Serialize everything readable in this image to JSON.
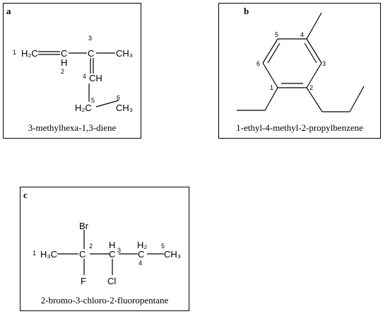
{
  "panels": {
    "a": {
      "letter": "a",
      "caption": "3-methylhexa-1,3-diene",
      "atoms": {
        "c1": "H₂C",
        "c2": "C",
        "c2h": "H",
        "c3": "C",
        "ch3": "CH₃",
        "c4": "CH",
        "c5": "H₂C",
        "c6": "CH₃"
      },
      "numbers": {
        "n1": "1",
        "n2": "2",
        "n3": "3",
        "n4": "4",
        "n5": "5",
        "n6": "6"
      }
    },
    "b": {
      "letter": "b",
      "caption": "1-ethyl-4-methyl-2-propylbenzene",
      "numbers": {
        "n1": "1",
        "n2": "2",
        "n3": "3",
        "n4": "4",
        "n5": "5",
        "n6": "6"
      }
    },
    "c": {
      "letter": "c",
      "caption": "2-bromo-3-chloro-2-fluoropentane",
      "atoms": {
        "br": "Br",
        "h3c": "H₃C",
        "c2": "C",
        "f": "F",
        "c3h": "H",
        "c3": "C",
        "cl": "Cl",
        "c4h2": "H₂",
        "c4": "C",
        "c5": "CH₃"
      },
      "numbers": {
        "n1": "1",
        "n2": "2",
        "n3": "3",
        "n4": "4",
        "n5": "5"
      }
    }
  }
}
